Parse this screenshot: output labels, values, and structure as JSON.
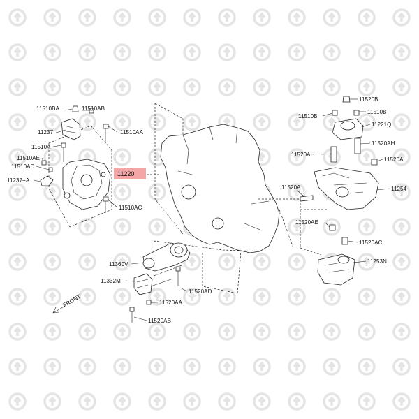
{
  "diagram": {
    "highlight_color": "#f4a6a6",
    "front_label": "FRONT",
    "parts": {
      "p11510BA": "11510BA",
      "p11510AB": "11510AB",
      "p11237": "11237",
      "p11510AA": "11510AA",
      "p11510A": "11510A",
      "p11510AE": "11510AE",
      "p11510AD": "11510AD",
      "p11237A": "11237+A",
      "p11220": "11220",
      "p11510AC": "11510AC",
      "p11360V": "11360V",
      "p11332M": "11332M",
      "p11520AA": "11520AA",
      "p11520AB": "11520AB",
      "p11520AD": "11520AD",
      "p11520B_top": "11520B",
      "p11510B": "11510B",
      "p11510B_right": "11510B",
      "p11221Q": "11221Q",
      "p11520AH_left": "11520AH",
      "p11520AH_right": "11520AH",
      "p11520A_right": "11520A",
      "p11520A_left": "11520A",
      "p11254": "11254",
      "p11520AE": "11520AE",
      "p11520AC": "11520AC",
      "p11253N": "11253N"
    }
  }
}
